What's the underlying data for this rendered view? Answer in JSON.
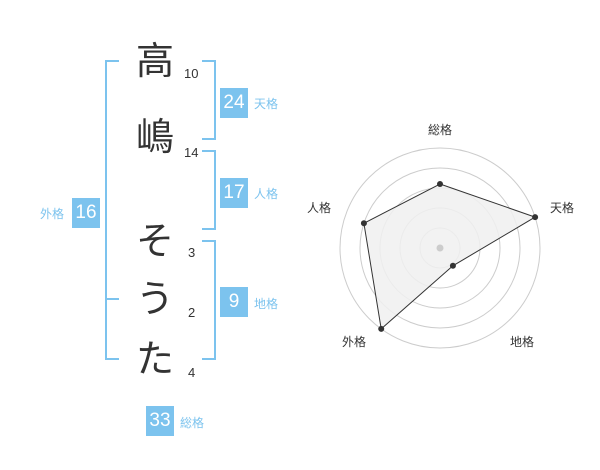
{
  "name_chars": [
    {
      "char": "高",
      "strokes": "10"
    },
    {
      "char": "嶋",
      "strokes": "14"
    },
    {
      "char": "そ",
      "strokes": "3"
    },
    {
      "char": "う",
      "strokes": "2"
    },
    {
      "char": "た",
      "strokes": "4"
    }
  ],
  "kaku": {
    "tenkaku": {
      "value": "24",
      "label": "天格"
    },
    "jinkaku": {
      "value": "17",
      "label": "人格"
    },
    "chikaku": {
      "value": "9",
      "label": "地格"
    },
    "gaikaku": {
      "value": "16",
      "label": "外格"
    },
    "soukaku": {
      "value": "33",
      "label": "総格"
    }
  },
  "colors": {
    "accent": "#7cc3ee",
    "text": "#333333",
    "ring": "#cccccc",
    "fill": "#f0f0f0",
    "line": "#333333"
  },
  "chart_data": {
    "type": "radar",
    "axes": [
      "総格",
      "天格",
      "地格",
      "外格",
      "人格"
    ],
    "values": [
      3.2,
      5,
      1.1,
      5,
      4
    ],
    "max": 5,
    "rings": 5
  }
}
